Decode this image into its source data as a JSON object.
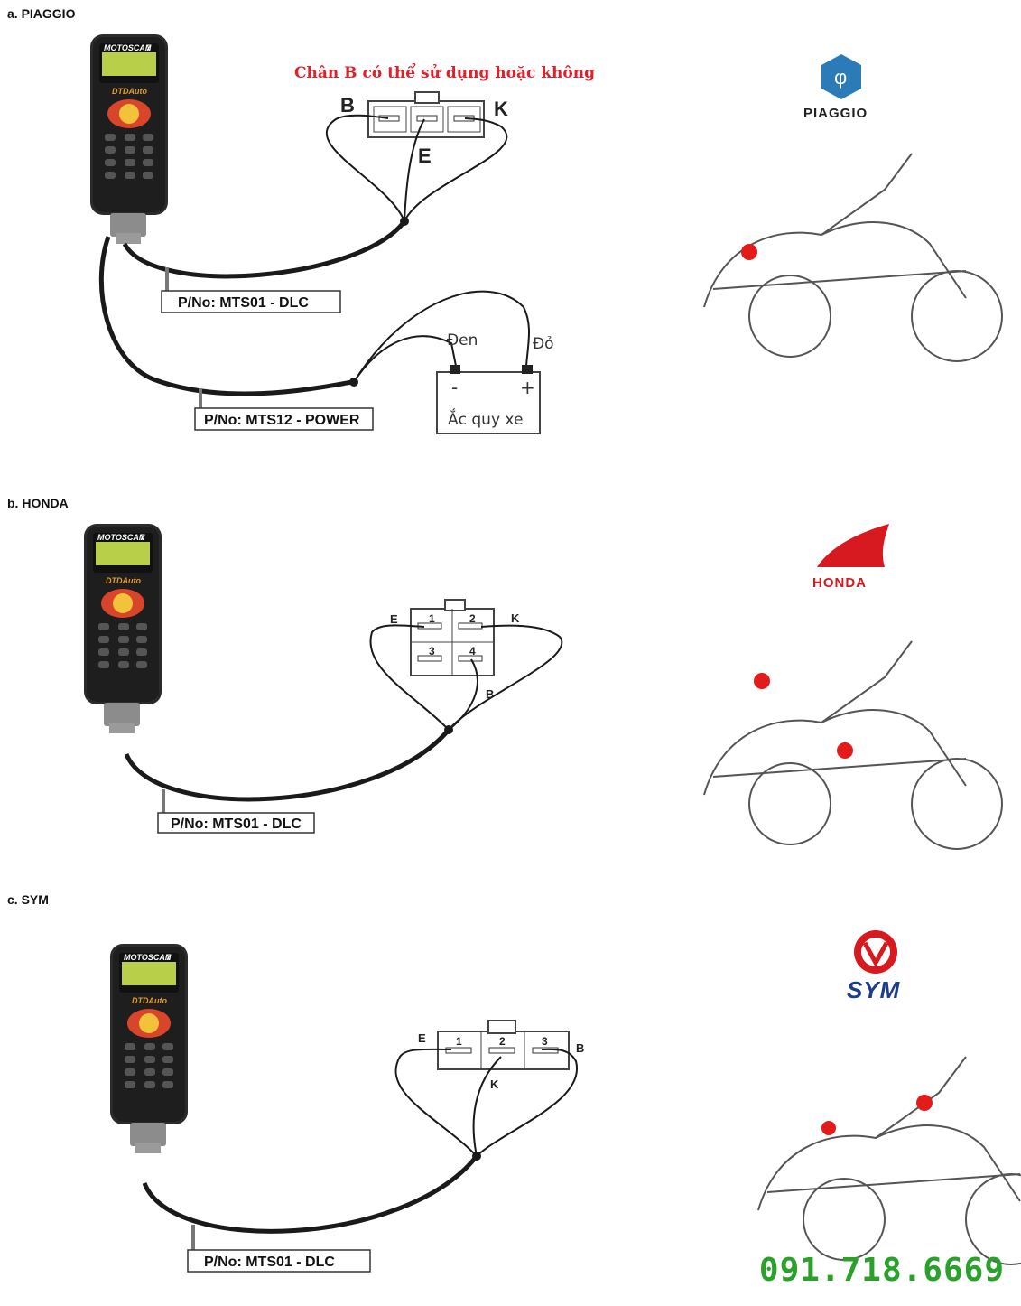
{
  "sections": [
    {
      "title": "a. PIAGGIO",
      "note": "Chân B có thể sử dụng hoặc không",
      "pins": [
        "B",
        "E",
        "K"
      ],
      "cable_dlc": "P/No: MTS01 - DLC",
      "cable_power": "P/No: MTS12 - POWER",
      "battery": {
        "label": "Ắc quy xe",
        "neg_wire": "Đen",
        "pos_wire": "Đỏ",
        "neg_sign": "-",
        "pos_sign": "+"
      },
      "brand": "PIAGGIO"
    },
    {
      "title": "b. HONDA",
      "pins": [
        "E",
        "K",
        "B"
      ],
      "numbers": [
        "1",
        "2",
        "3",
        "4"
      ],
      "cable_dlc": "P/No: MTS01 - DLC",
      "brand": "HONDA"
    },
    {
      "title": "c. SYM",
      "pins": [
        "E",
        "B",
        "K"
      ],
      "numbers": [
        "1",
        "2",
        "3"
      ],
      "cable_dlc": "P/No: MTS01 - DLC",
      "brand": "SYM"
    }
  ],
  "device": {
    "name": "MOTOSCAN7",
    "maker": "DTDAuto"
  },
  "phone": "091.718.6669",
  "colors": {
    "wire": "#1a1a1a",
    "note": "#e0202a",
    "dot": "#e31b1b",
    "phone": "#2aa12a",
    "honda": "#d71920",
    "sym": "#d71920",
    "piaggio": "#2a7bb8"
  }
}
